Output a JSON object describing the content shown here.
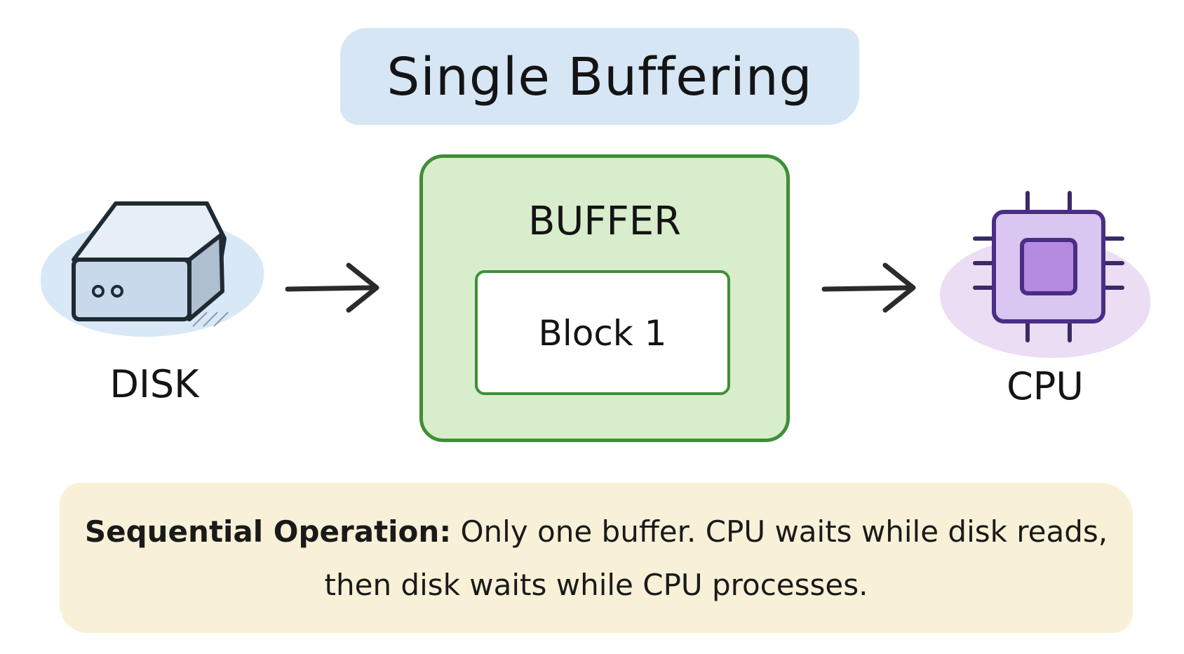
{
  "title": "Single Buffering",
  "disk": {
    "label": "DISK"
  },
  "buffer": {
    "label": "BUFFER",
    "block_label": "Block 1"
  },
  "cpu": {
    "label": "CPU"
  },
  "note": {
    "lead": "Sequential Operation:",
    "body": "Only one buffer. CPU waits while disk reads, then disk waits while CPU processes."
  },
  "colors": {
    "title_wash": "#cfe2f3",
    "buffer_fill": "#d8edcb",
    "buffer_border": "#3f8f36",
    "disk_accent": "#d5e6f5",
    "cpu_fill": "#c9aeea",
    "cpu_border": "#4a2e86",
    "note_wash": "#f8f0d6"
  },
  "icons": [
    "disk-icon",
    "arrow-right-icon",
    "cpu-icon"
  ]
}
